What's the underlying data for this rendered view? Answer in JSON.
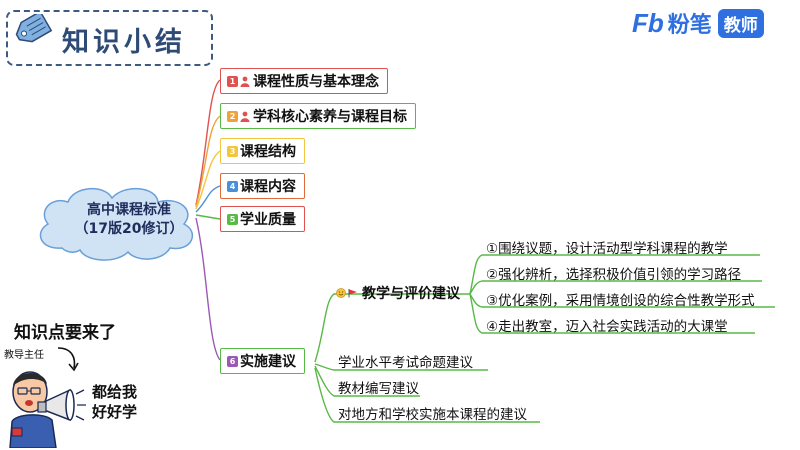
{
  "title": {
    "text": "知识小结",
    "icon": "tag-icon"
  },
  "brand": {
    "logo_text": "Fb",
    "name": "粉笔",
    "badge": "教师"
  },
  "center": {
    "line1": "高中课程标准",
    "line2": "（17版20修订）"
  },
  "branches": [
    {
      "num": "1",
      "label": "课程性质与基本理念",
      "color": "#e05252"
    },
    {
      "num": "2",
      "label": "学科核心素养与课程目标",
      "color": "#f0a23a"
    },
    {
      "num": "3",
      "label": "课程结构",
      "color": "#f2c641"
    },
    {
      "num": "4",
      "label": "课程内容",
      "color": "#4a90d9"
    },
    {
      "num": "5",
      "label": "学业质量",
      "color": "#58b947"
    },
    {
      "num": "6",
      "label": "实施建议",
      "color": "#9b59b6"
    }
  ],
  "sub": {
    "label": "教学与评价建议",
    "items": [
      "①围绕议题，设计活动型学科课程的教学",
      "②强化辨析，选择积极价值引领的学习路径",
      "③优化案例，采用情境创设的综合性教学形式",
      "④走出教室，迈入社会实践活动的大课堂"
    ]
  },
  "other_items": [
    "学业水平考试命题建议",
    "教材编写建议",
    "对地方和学校实施本课程的建议"
  ],
  "cartoon": {
    "bubble": "知识点要来了",
    "tag": "教导主任",
    "speech1": "都给我",
    "speech2": "好好学"
  }
}
